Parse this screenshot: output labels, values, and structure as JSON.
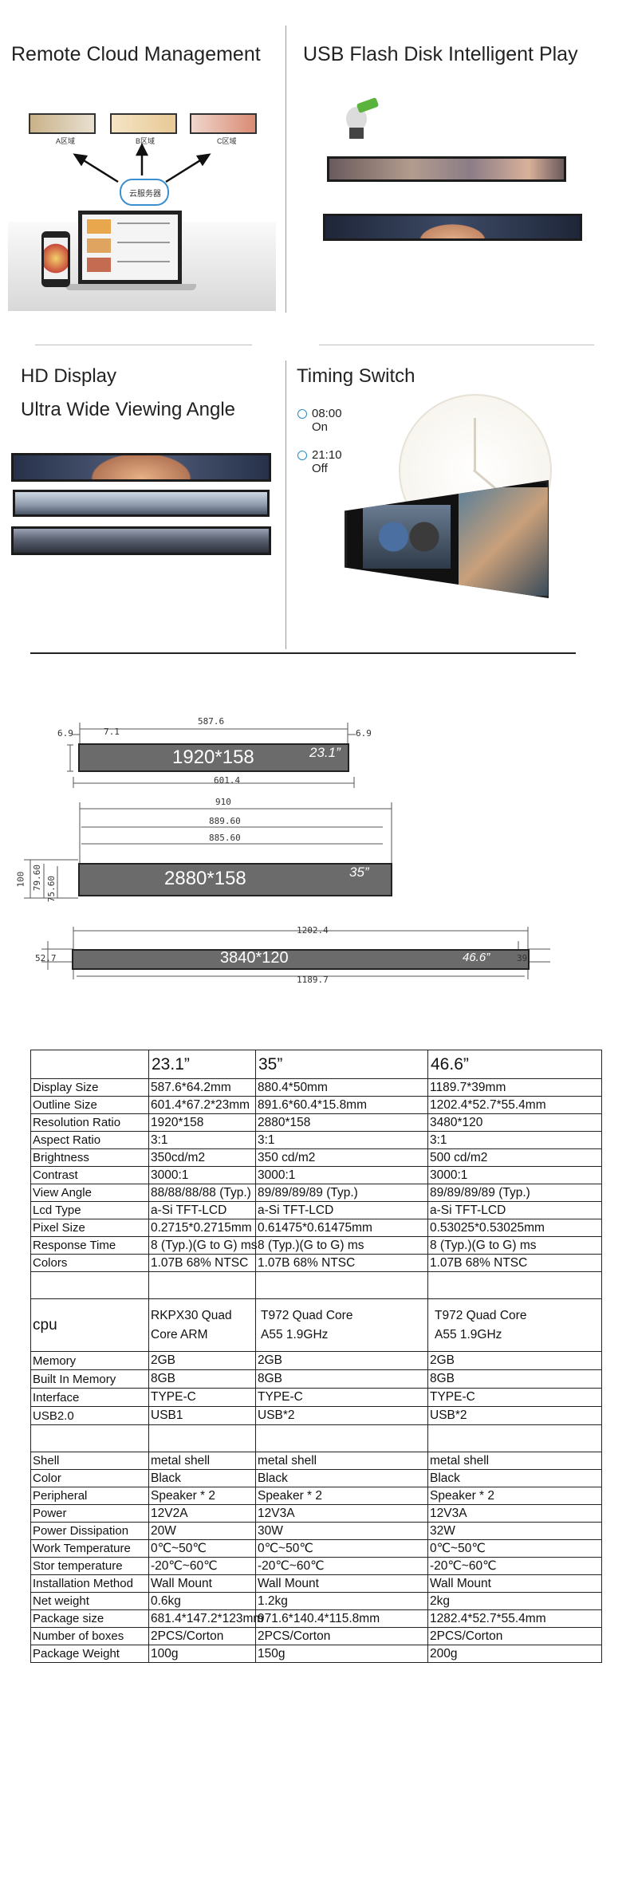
{
  "features": {
    "remote": {
      "title": "Remote  Cloud Management",
      "thumbs": [
        "A区域",
        "B区域",
        "C区域"
      ],
      "cloud_label": "云服务器"
    },
    "usb": {
      "title": "USB Flash Disk Intelligent Play"
    },
    "hd": {
      "line1": "HD Display",
      "line2": "Ultra Wide Viewing Angle"
    },
    "timing": {
      "title": "Timing Switch",
      "on_time": "08:00",
      "on_label": "On",
      "off_time": "21:10",
      "off_label": "Off"
    }
  },
  "dimensions": [
    {
      "resolution": "1920*158",
      "size": "23.1”",
      "width": "587.6",
      "outline": "601.4",
      "left_margin": "6.9",
      "left_inner": "7.1",
      "right_margin": "6.9"
    },
    {
      "resolution": "2880*158",
      "size": "35”",
      "outer": "910",
      "mid": "889.60",
      "inner": "885.60",
      "height_outer": "100",
      "height_mid": "79.60",
      "height_inner": "75.60"
    },
    {
      "resolution": "3840*120",
      "size": "46.6”",
      "width": "1202.4",
      "inner": "1189.7",
      "left_height": "52.7",
      "right_height": "39"
    }
  ],
  "spec_table": {
    "header": [
      "",
      "23.1”",
      "35”",
      "46.6”"
    ],
    "rows": [
      [
        "Display Size",
        "587.6*64.2mm",
        "880.4*50mm",
        "1189.7*39mm"
      ],
      [
        "Outline Size",
        "601.4*67.2*23mm",
        "891.6*60.4*15.8mm",
        "1202.4*52.7*55.4mm"
      ],
      [
        "Resolution Ratio",
        "1920*158",
        "2880*158",
        "3480*120"
      ],
      [
        "Aspect Ratio",
        "3:1",
        "3:1",
        "3:1"
      ],
      [
        "Brightness",
        "350cd/m2",
        "350 cd/m2",
        "500 cd/m2"
      ],
      [
        "Contrast",
        "3000:1",
        "3000:1",
        "3000:1"
      ],
      [
        "View Angle",
        "88/88/88/88 (Typ.)",
        "89/89/89/89 (Typ.)",
        "89/89/89/89 (Typ.)"
      ],
      [
        "Lcd Type",
        "a-Si TFT-LCD",
        "a-Si TFT-LCD",
        "a-Si TFT-LCD"
      ],
      [
        "Pixel Size",
        "0.2715*0.2715mm",
        "0.61475*0.61475mm",
        "0.53025*0.53025mm"
      ],
      [
        "Response Time",
        "8 (Typ.)(G to G) ms",
        "8 (Typ.)(G to G) ms",
        "8 (Typ.)(G to G) ms"
      ],
      [
        "Colors",
        "1.07B 68% NTSC",
        "1.07B 68% NTSC",
        "1.07B 68% NTSC"
      ]
    ],
    "cpu": {
      "label": "cpu",
      "c1a": "RKPX30 Quad",
      "c1b": "Core ARM",
      "c2a": "T972 Quad Core",
      "c2b": "A55  1.9GHz",
      "c3a": "T972 Quad Core",
      "c3b": "A55  1.9GHz"
    },
    "rows2": [
      [
        "Memory",
        "2GB",
        "2GB",
        "2GB"
      ],
      [
        "Built In Memory",
        "8GB",
        "8GB",
        "8GB"
      ],
      [
        "Interface",
        "TYPE-C",
        "TYPE-C",
        "TYPE-C"
      ],
      [
        "USB2.0",
        "USB1",
        "USB*2",
        "USB*2"
      ]
    ],
    "rows3": [
      [
        "Shell",
        "metal shell",
        "metal shell",
        "metal shell"
      ],
      [
        "Color",
        "Black",
        "Black",
        "Black"
      ],
      [
        "Peripheral",
        "Speaker * 2",
        "Speaker * 2",
        "Speaker * 2"
      ],
      [
        "Power",
        "12V2A",
        "12V3A",
        "12V3A"
      ],
      [
        "Power Dissipation",
        "20W",
        "30W",
        "32W"
      ],
      [
        "Work Temperature",
        "0℃~50℃",
        "0℃~50℃",
        "0℃~50℃"
      ],
      [
        "Stor temperature",
        "-20℃~60℃",
        "-20℃~60℃",
        "-20℃~60℃"
      ],
      [
        "Installation Method",
        "Wall Mount",
        "Wall Mount",
        "Wall Mount"
      ],
      [
        "Net weight",
        "0.6kg",
        "1.2kg",
        "2kg"
      ],
      [
        "Package size",
        "681.4*147.2*123mm",
        "971.6*140.4*115.8mm",
        "1282.4*52.7*55.4mm"
      ],
      [
        "Number of boxes",
        "2PCS/Corton",
        "2PCS/Corton",
        "2PCS/Corton"
      ],
      [
        "Package Weight",
        "100g",
        "150g",
        "200g"
      ]
    ]
  }
}
